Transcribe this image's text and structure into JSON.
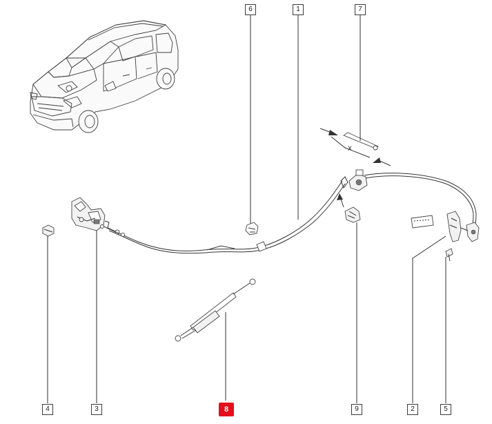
{
  "diagram": {
    "callouts": [
      {
        "id": "c1",
        "label": "1"
      },
      {
        "id": "c2",
        "label": "2"
      },
      {
        "id": "c3",
        "label": "3"
      },
      {
        "id": "c4",
        "label": "4"
      },
      {
        "id": "c5",
        "label": "5"
      },
      {
        "id": "c6",
        "label": "6"
      },
      {
        "id": "c7",
        "label": "7"
      },
      {
        "id": "c8",
        "label": "8",
        "highlighted": true
      },
      {
        "id": "c9",
        "label": "9"
      }
    ],
    "dimension_mark": "X",
    "highlight_color": "#e3101c"
  }
}
